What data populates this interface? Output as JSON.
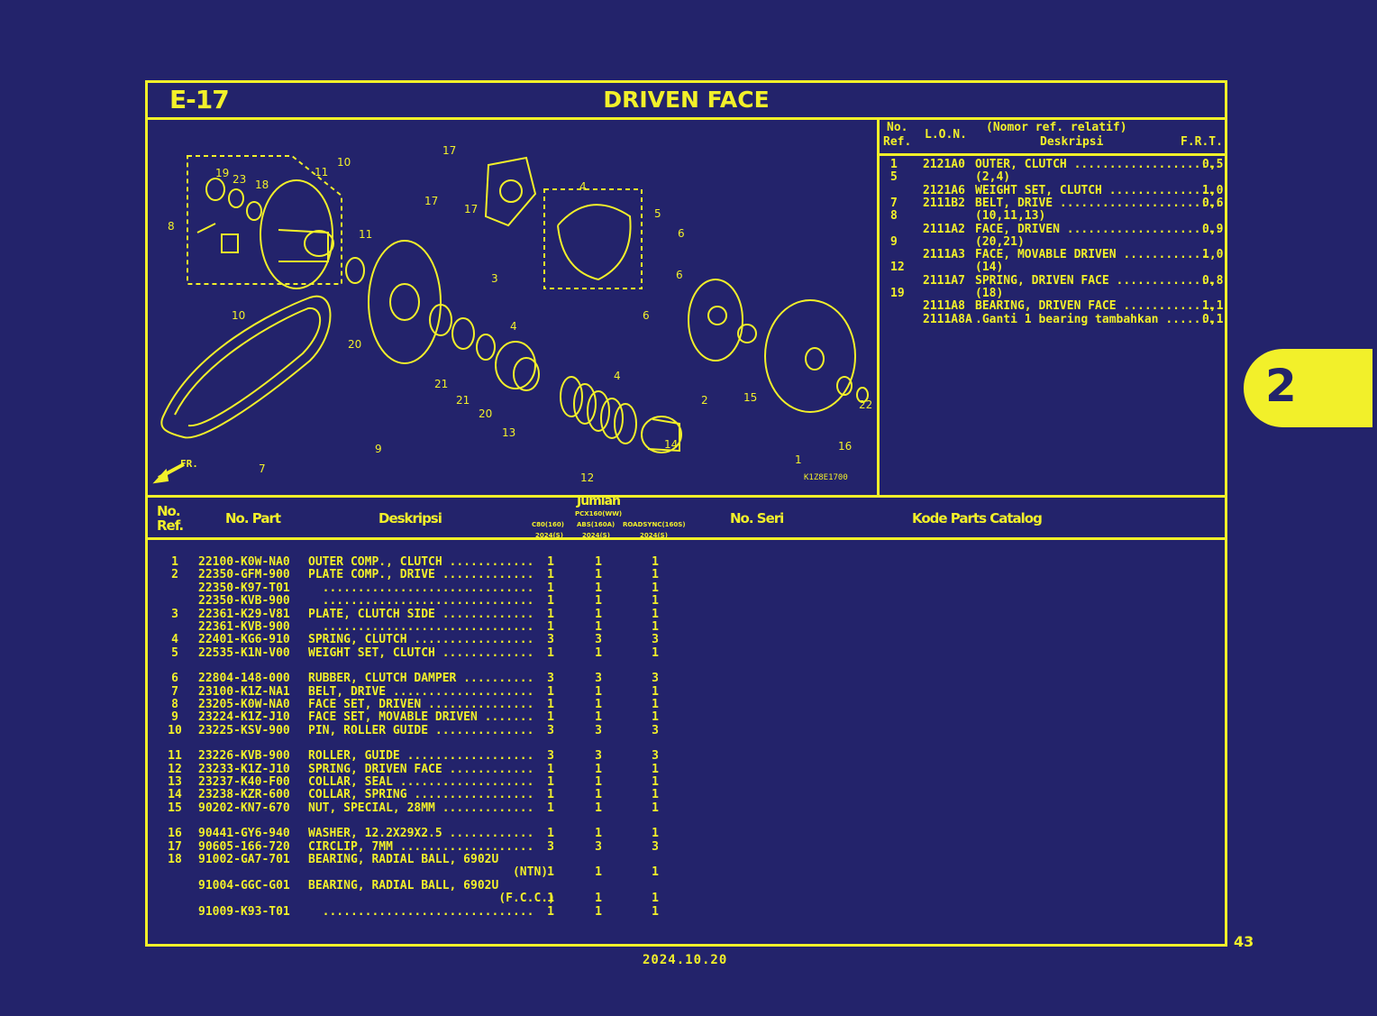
{
  "header": {
    "section_code": "E-17",
    "title": "DRIVEN FACE"
  },
  "diagram": {
    "code": "K1Z8E1700",
    "fr_label": "FR.",
    "callouts": [
      "1",
      "2",
      "3",
      "4",
      "4",
      "4",
      "5",
      "6",
      "6",
      "6",
      "7",
      "8",
      "9",
      "10",
      "10",
      "11",
      "11",
      "12",
      "13",
      "14",
      "15",
      "16",
      "17",
      "17",
      "17",
      "18",
      "19",
      "20",
      "20",
      "21",
      "21",
      "22",
      "23"
    ]
  },
  "ref_table": {
    "head_no": "No.",
    "head_ref": "Ref.",
    "head_lon": "L.O.N.",
    "head_nomor": "(Nomor ref. relatif)",
    "head_desc": "Deskripsi",
    "head_frt": "F.R.T.",
    "rows": [
      {
        "ref": "1",
        "lon": "2121A0",
        "desc": "OUTER, CLUTCH .....................",
        "frt": "0,5"
      },
      {
        "ref": "5",
        "lon": "",
        "desc": "(2,4)",
        "frt": ""
      },
      {
        "ref": "",
        "lon": "2121A6",
        "desc": "WEIGHT SET, CLUTCH ...............",
        "frt": "1,0"
      },
      {
        "ref": "7",
        "lon": "2111B2",
        "desc": "BELT, DRIVE .......................",
        "frt": "0,6"
      },
      {
        "ref": "8",
        "lon": "",
        "desc": "(10,11,13)",
        "frt": ""
      },
      {
        "ref": "",
        "lon": "2111A2",
        "desc": "FACE, DRIVEN ......................",
        "frt": "0,9"
      },
      {
        "ref": "9",
        "lon": "",
        "desc": "(20,21)",
        "frt": ""
      },
      {
        "ref": "",
        "lon": "2111A3",
        "desc": "FACE, MOVABLE DRIVEN ............",
        "frt": "1,0"
      },
      {
        "ref": "12",
        "lon": "",
        "desc": "(14)",
        "frt": ""
      },
      {
        "ref": "",
        "lon": "2111A7",
        "desc": "SPRING, DRIVEN FACE ..............",
        "frt": "0,8"
      },
      {
        "ref": "19",
        "lon": "",
        "desc": "(18)",
        "frt": ""
      },
      {
        "ref": "",
        "lon": "2111A8",
        "desc": "BEARING, DRIVEN FACE .............",
        "frt": "1,1"
      },
      {
        "ref": "",
        "lon": "2111A8A",
        "desc": ".Ganti 1 bearing tambahkan .......",
        "frt": "0,1"
      }
    ]
  },
  "columns": {
    "no": "No.",
    "ref": "Ref.",
    "part": "No. Part",
    "desc": "Deskripsi",
    "jumlah": "Jumlah",
    "model1": "C80(160)",
    "model1_year": "2024(S)",
    "model2_top": "PCX160(WW)",
    "model2": "ABS(160A)",
    "model2_year": "2024(S)",
    "model3": "ROADSYNC(160S)",
    "model3_year": "2024(S)",
    "serial": "No. Seri",
    "catalog": "Kode Parts Catalog"
  },
  "parts": [
    {
      "ref": "1",
      "part": "22100-K0W-NA0",
      "desc": "OUTER COMP., CLUTCH ............",
      "q": [
        "1",
        "1",
        "1"
      ]
    },
    {
      "ref": "2",
      "part": "22350-GFM-900",
      "desc": "PLATE COMP., DRIVE .............",
      "q": [
        "1",
        "1",
        "1"
      ]
    },
    {
      "ref": "",
      "part": "22350-K97-T01",
      "desc": "  ..............................",
      "q": [
        "1",
        "1",
        "1"
      ]
    },
    {
      "ref": "",
      "part": "22350-KVB-900",
      "desc": "  ..............................",
      "q": [
        "1",
        "1",
        "1"
      ]
    },
    {
      "ref": "3",
      "part": "22361-K29-V81",
      "desc": "PLATE, CLUTCH SIDE .............",
      "q": [
        "1",
        "1",
        "1"
      ]
    },
    {
      "ref": "",
      "part": "22361-KVB-900",
      "desc": "  ..............................",
      "q": [
        "1",
        "1",
        "1"
      ]
    },
    {
      "ref": "4",
      "part": "22401-KG6-910",
      "desc": "SPRING, CLUTCH .................",
      "q": [
        "3",
        "3",
        "3"
      ]
    },
    {
      "ref": "5",
      "part": "22535-K1N-V00",
      "desc": "WEIGHT SET, CLUTCH .............",
      "q": [
        "1",
        "1",
        "1"
      ]
    },
    {
      "ref": "6",
      "part": "22804-148-000",
      "desc": "RUBBER, CLUTCH DAMPER ..........",
      "q": [
        "3",
        "3",
        "3"
      ]
    },
    {
      "ref": "7",
      "part": "23100-K1Z-NA1",
      "desc": "BELT, DRIVE ....................",
      "q": [
        "1",
        "1",
        "1"
      ]
    },
    {
      "ref": "8",
      "part": "23205-K0W-NA0",
      "desc": "FACE SET, DRIVEN ...............",
      "q": [
        "1",
        "1",
        "1"
      ]
    },
    {
      "ref": "9",
      "part": "23224-K1Z-J10",
      "desc": "FACE SET, MOVABLE DRIVEN .......",
      "q": [
        "1",
        "1",
        "1"
      ]
    },
    {
      "ref": "10",
      "part": "23225-KSV-900",
      "desc": "PIN, ROLLER GUIDE ..............",
      "q": [
        "3",
        "3",
        "3"
      ]
    },
    {
      "ref": "11",
      "part": "23226-KVB-900",
      "desc": "ROLLER, GUIDE ..................",
      "q": [
        "3",
        "3",
        "3"
      ]
    },
    {
      "ref": "12",
      "part": "23233-K1Z-J10",
      "desc": "SPRING, DRIVEN FACE ............",
      "q": [
        "1",
        "1",
        "1"
      ]
    },
    {
      "ref": "13",
      "part": "23237-K40-F00",
      "desc": "COLLAR, SEAL ...................",
      "q": [
        "1",
        "1",
        "1"
      ]
    },
    {
      "ref": "14",
      "part": "23238-KZR-600",
      "desc": "COLLAR, SPRING .................",
      "q": [
        "1",
        "1",
        "1"
      ]
    },
    {
      "ref": "15",
      "part": "90202-KN7-670",
      "desc": "NUT, SPECIAL, 28MM .............",
      "q": [
        "1",
        "1",
        "1"
      ]
    },
    {
      "ref": "16",
      "part": "90441-GY6-940",
      "desc": "WASHER, 12.2X29X2.5 ............",
      "q": [
        "1",
        "1",
        "1"
      ]
    },
    {
      "ref": "17",
      "part": "90605-166-720",
      "desc": "CIRCLIP, 7MM ...................",
      "q": [
        "3",
        "3",
        "3"
      ]
    },
    {
      "ref": "18",
      "part": "91002-GA7-701",
      "desc": "BEARING, RADIAL BALL, 6902U",
      "q": [
        "",
        "",
        ""
      ]
    },
    {
      "ref": "",
      "part": "",
      "desc": "                             (NTN)",
      "q": [
        "1",
        "1",
        "1"
      ]
    },
    {
      "ref": "",
      "part": "91004-GGC-G01",
      "desc": "BEARING, RADIAL BALL, 6902U",
      "q": [
        "",
        "",
        ""
      ]
    },
    {
      "ref": "",
      "part": "",
      "desc": "                           (F.C.C.)",
      "q": [
        "1",
        "1",
        "1"
      ]
    },
    {
      "ref": "",
      "part": "91009-K93-T01",
      "desc": "  ..............................",
      "q": [
        "1",
        "1",
        "1"
      ]
    }
  ],
  "side_tab": "2",
  "page_number": "43",
  "date": "2024.10.20",
  "colors": {
    "background": "#23236b",
    "accent": "#f2f02a"
  }
}
